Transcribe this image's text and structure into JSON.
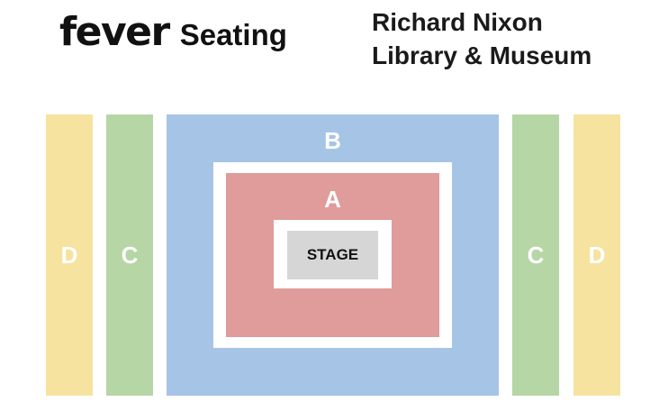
{
  "header": {
    "brand_logo": "fever",
    "brand_word": "Seating",
    "venue_line1": "Richard Nixon",
    "venue_line2": "Library & Museum"
  },
  "sections": {
    "d_left": "D",
    "c_left": "C",
    "b": "B",
    "a": "A",
    "stage": "STAGE",
    "c_right": "C",
    "d_right": "D"
  },
  "colors": {
    "section_d": "#f6e3a0",
    "section_c": "#b6d6a6",
    "section_b": "#a6c4e6",
    "section_a": "#e09b9b",
    "stage": "#d6d6d6"
  }
}
